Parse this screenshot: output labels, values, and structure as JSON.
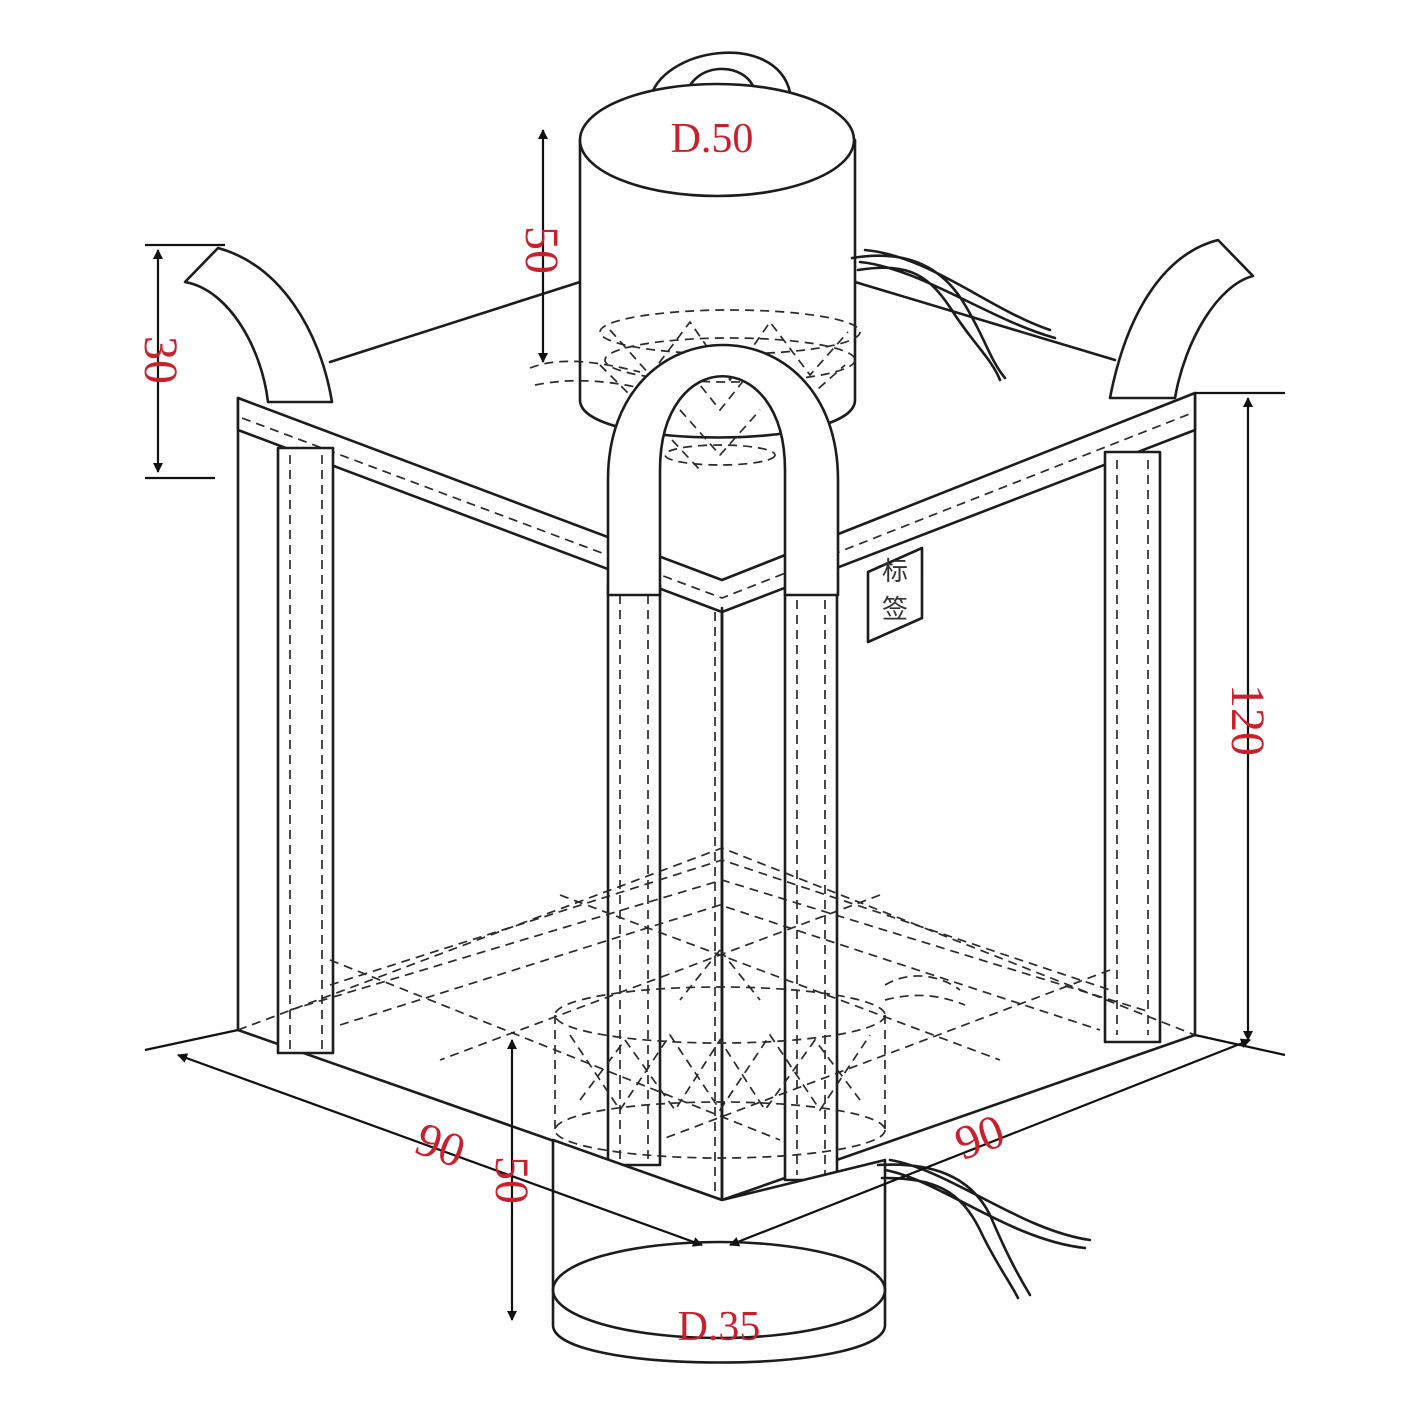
{
  "labels": {
    "top_spout_diameter": "D.50",
    "top_spout_height": "50",
    "loop_height": "30",
    "bag_height": "120",
    "bag_width_left": "90",
    "bag_width_right": "90",
    "bottom_spout_height": "50",
    "bottom_spout_diameter": "D.35",
    "tag_char_1": "标",
    "tag_char_2": "签"
  },
  "colors": {
    "dimension_text": "#c8202c",
    "lines": "#1c1c1c",
    "background": "#ffffff"
  }
}
